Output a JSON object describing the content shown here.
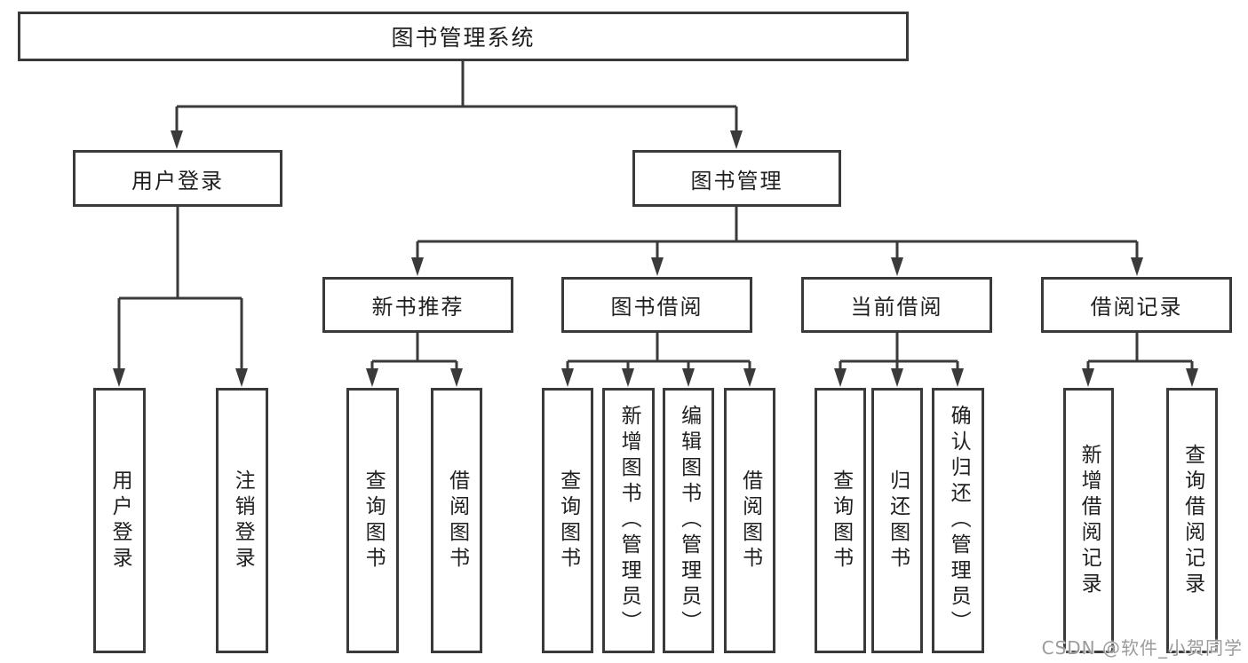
{
  "diagram": {
    "root": {
      "label": "图书管理系统"
    },
    "branches": {
      "user_login": {
        "label": "用户登录",
        "children": [
          "用户登录",
          "注销登录"
        ]
      },
      "book_mgmt": {
        "label": "图书管理"
      }
    },
    "modules": {
      "new_books": {
        "label": "新书推荐",
        "children": [
          "查询图书",
          "借阅图书"
        ]
      },
      "borrowing": {
        "label": "图书借阅",
        "children": [
          "查询图书",
          "新增图书（管理员）",
          "编辑图书（管理员）",
          "借阅图书"
        ]
      },
      "current": {
        "label": "当前借阅",
        "children": [
          "查询图书",
          "归还图书",
          "确认归还（管理员）"
        ]
      },
      "records": {
        "label": "借阅记录",
        "children": [
          "新增借阅记录",
          "查询借阅记录"
        ]
      }
    },
    "colors": {
      "line": "#3a3a3a",
      "text": "#1f1f1f",
      "watermark_gray": "#9b9b9b",
      "background": "#ffffff"
    }
  },
  "watermark": {
    "text": "CSDN @软件_小贺同学"
  }
}
